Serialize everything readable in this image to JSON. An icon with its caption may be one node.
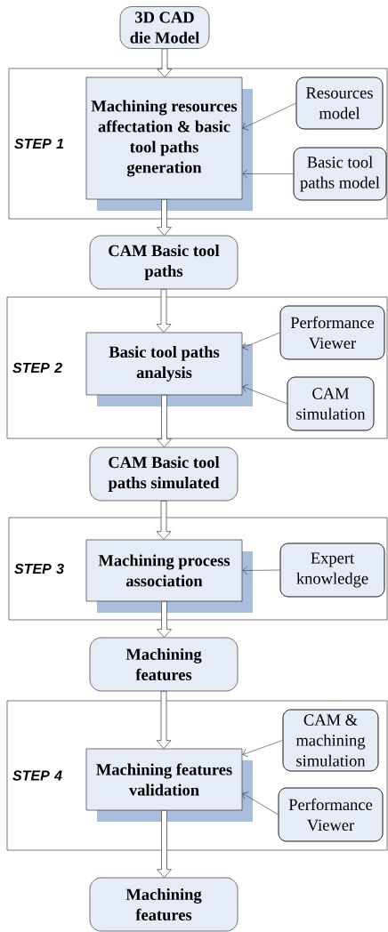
{
  "diagram": {
    "nodes": [
      {
        "text": [
          "3D CAD die Model"
        ]
      },
      {
        "text": [
          "STEP 1"
        ]
      },
      {
        "text": [
          "Machining resources affectation & basic tool paths generation"
        ],
        "in": 1
      },
      {
        "text": [
          "Resources model"
        ],
        "in": 1
      },
      {
        "text": [
          "Basic tool paths model"
        ],
        "in": 1
      },
      {
        "text": [
          "CAM Basic tool paths"
        ]
      },
      {
        "text": [
          "STEP 2"
        ]
      },
      {
        "text": [
          "Basic tool paths analysis"
        ],
        "in": 6
      },
      {
        "text": [
          "Performance Viewer"
        ],
        "in": 6
      },
      {
        "text": [
          "CAM simulation"
        ],
        "in": 6
      },
      {
        "text": [
          "CAM Basic tool paths simulated"
        ]
      },
      {
        "text": [
          "STEP 3"
        ]
      },
      {
        "text": [
          "Machining process association"
        ],
        "in": 11
      },
      {
        "text": [
          "Expert knowledge"
        ],
        "in": 11
      },
      {
        "text": [
          "Machining features"
        ]
      },
      {
        "text": [
          "STEP 4"
        ]
      },
      {
        "text": [
          "Machining features validation"
        ],
        "in": 15
      },
      {
        "text": [
          "CAM & machining simulation"
        ],
        "in": 15
      },
      {
        "text": [
          "Performance Viewer"
        ],
        "in": 15
      },
      {
        "text": [
          "Machining features"
        ]
      }
    ],
    "edges": [
      {
        "from": 0,
        "to": 2,
        "arrow": "to",
        "style": "thick"
      },
      {
        "from": 3,
        "to": 2,
        "arrow": "to"
      },
      {
        "from": 4,
        "to": 2,
        "arrow": "to"
      },
      {
        "from": 2,
        "to": 5,
        "arrow": "to",
        "style": "thick"
      },
      {
        "from": 5,
        "to": 7,
        "arrow": "to",
        "style": "thick"
      },
      {
        "from": 8,
        "to": 7,
        "arrow": "to"
      },
      {
        "from": 9,
        "to": 7,
        "arrow": "to"
      },
      {
        "from": 7,
        "to": 10,
        "arrow": "to",
        "style": "thick"
      },
      {
        "from": 10,
        "to": 12,
        "arrow": "to",
        "style": "thick"
      },
      {
        "from": 13,
        "to": 12,
        "arrow": "to"
      },
      {
        "from": 12,
        "to": 14,
        "arrow": "to",
        "style": "thick"
      },
      {
        "from": 14,
        "to": 16,
        "arrow": "to",
        "style": "thick"
      },
      {
        "from": 17,
        "to": 16,
        "arrow": "to"
      },
      {
        "from": 18,
        "to": 16,
        "arrow": "to"
      },
      {
        "from": 16,
        "to": 19,
        "arrow": "to",
        "style": "thick"
      }
    ]
  }
}
